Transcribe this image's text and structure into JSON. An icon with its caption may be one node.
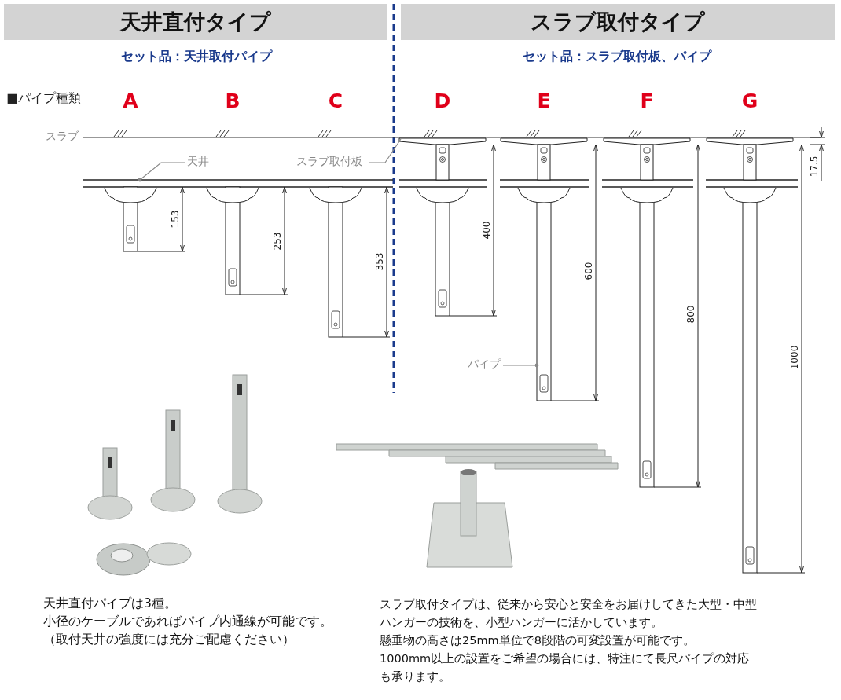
{
  "diagram": {
    "nodes": [
      {
        "text": [
          "天井直付タイプ"
        ],
        "beside": [
          "セット品：天井取付パイプ"
        ]
      },
      {
        "text": [
          "スラブ取付タイプ"
        ],
        "beside": [
          "セット品：スラブ取付板、パイプ"
        ]
      },
      {
        "text": [
          "天井"
        ]
      },
      {
        "text": [],
        "shape": "bar"
      },
      {
        "text": [
          "スラブ取付板"
        ]
      },
      {
        "text": [],
        "shape": "bar"
      },
      {
        "text": [
          "パイプ"
        ]
      },
      {
        "text": [],
        "shape": "bar"
      }
    ],
    "edges": [
      {
        "from": 2,
        "to": 3,
        "arrow": "other"
      },
      {
        "from": 4,
        "to": 5,
        "arrow": "none"
      },
      {
        "from": 6,
        "to": 7,
        "arrow": "other"
      }
    ],
    "labels": [
      "■パイプ種類",
      "A",
      "B",
      "C",
      "D",
      "E",
      "F",
      "G",
      "スラブ",
      "153",
      "253",
      "353",
      "400",
      "600",
      "800",
      "1000",
      "17.5",
      "天井直付パイプは3種。",
      "小径のケーブルであればパイプ内通線が可能です。",
      "（取付天井の強度には充分ご配慮ください）",
      "スラブ取付タイプは、従来から安心と安全をお届けしてきた大型・中型ハンガーの技術を、小型ハンガーに活かしています。",
      "懸垂物の高さは25mm単位で8段階の可変設置が可能です。",
      "1000mm以上の設置をご希望の場合には、特注にて長尺パイプの対応も承ります。"
    ]
  }
}
